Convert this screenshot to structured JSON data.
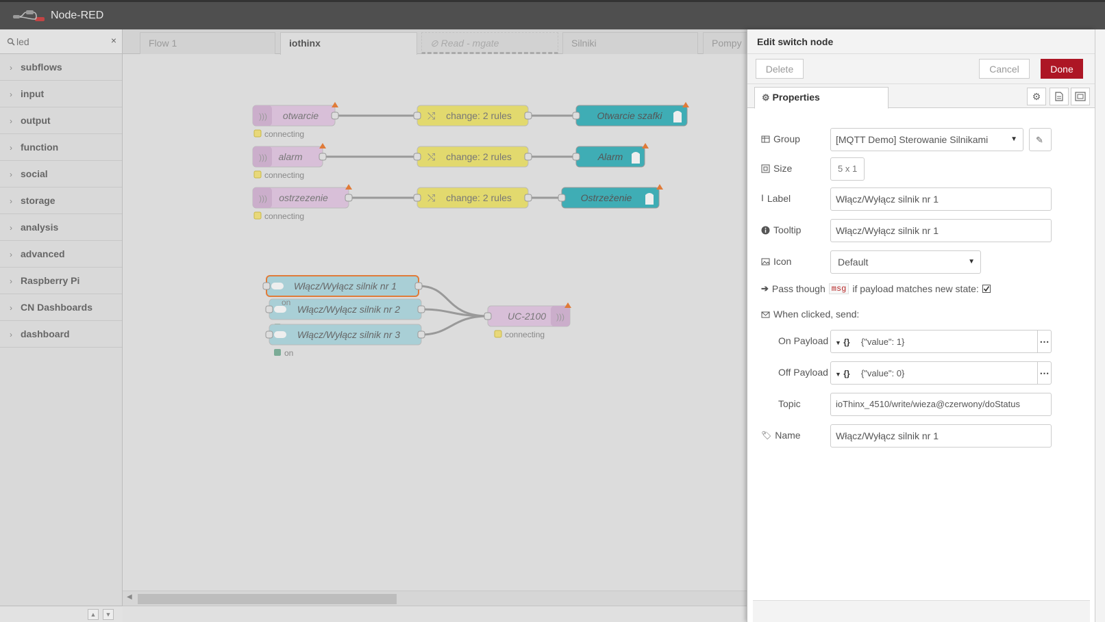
{
  "header": {
    "title": "Node-RED"
  },
  "palette": {
    "search_value": "led",
    "clear_label": "×",
    "categories": [
      "subflows",
      "input",
      "output",
      "function",
      "social",
      "storage",
      "analysis",
      "advanced",
      "Raspberry Pi",
      "CN Dashboards",
      "dashboard"
    ]
  },
  "workspace": {
    "tabs": [
      "Flow 1",
      "iothinx",
      "Read - mgate",
      "Silniki",
      "Pompy"
    ],
    "active_tab": "iothinx",
    "nodes": {
      "otwarcie": "otwarcie",
      "alarm": "alarm",
      "ostrzezenie": "ostrzezenie",
      "change1": "change: 2 rules",
      "change2": "change: 2 rules",
      "change3": "change: 2 rules",
      "out1": "Otwarcie szafki",
      "out2": "Alarm",
      "out3": "Ostrzeżenie",
      "sw1": "Włącz/Wyłącz silnik nr 1",
      "sw2": "Włącz/Wyłącz silnik nr 2",
      "sw3": "Włącz/Wyłącz silnik nr 3",
      "uc": "UC-2100"
    },
    "status": {
      "connecting": "connecting",
      "on": "on"
    }
  },
  "tray": {
    "title": "Edit switch node",
    "delete_label": "Delete",
    "cancel_label": "Cancel",
    "done_label": "Done",
    "tab_properties": "Properties",
    "fields": {
      "group_label": "Group",
      "group_value": "[MQTT Demo] Sterowanie Silnikami",
      "size_label": "Size",
      "size_value": "5 x 1",
      "label_label": "Label",
      "label_value": "Włącz/Wyłącz silnik nr 1",
      "tooltip_label": "Tooltip",
      "tooltip_value": "Włącz/Wyłącz silnik nr 1",
      "icon_label": "Icon",
      "icon_value": "Default",
      "pass_text_1": "Pass though",
      "pass_code": "msg",
      "pass_text_2": "if payload matches new state:",
      "when_clicked": "When clicked, send:",
      "on_payload_label": "On Payload",
      "on_payload_type": "{}",
      "on_payload_value": "{\"value\": 1}",
      "off_payload_label": "Off Payload",
      "off_payload_type": "{}",
      "off_payload_value": "{\"value\": 0}",
      "topic_label": "Topic",
      "topic_value": "ioThinx_4510/write/wieza@czerwony/doStatus",
      "name_label": "Name",
      "name_value": "Włącz/Wyłącz silnik nr 1"
    }
  },
  "colors": {
    "header_bg": "#4f4f4f",
    "done_bg": "#ad1625",
    "mqtt_node": "#d8bfd8",
    "change_node": "#e2d96e",
    "led_node": "#3fadb5",
    "switch_node": "#a9cfd6"
  }
}
